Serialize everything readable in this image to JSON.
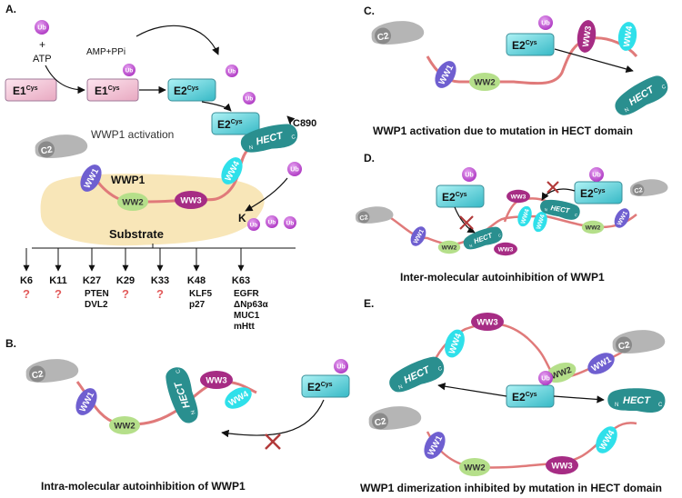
{
  "panels": {
    "a": {
      "letter": "A.",
      "caption": "WWP1 activation",
      "protein_label": "WWP1",
      "substrate_label": "Substrate"
    },
    "b": {
      "letter": "B.",
      "caption": "Intra-molecular autoinhibition of WWP1"
    },
    "c": {
      "letter": "C.",
      "caption": "WWP1 activation due to mutation in HECT domain"
    },
    "d": {
      "letter": "D.",
      "caption": "Inter-molecular autoinhibition of WWP1"
    },
    "e": {
      "letter": "E.",
      "caption": "WWP1 dimerization inhibited by mutation in HECT domain"
    }
  },
  "labels": {
    "ub": "Ub",
    "plus": "+",
    "atp": "ATP",
    "amp_ppi": "AMP+PPi",
    "e1": "E1",
    "e2": "E2",
    "cys": "Cys",
    "c890": "C890",
    "k": "K",
    "hect": "HECT",
    "c2": "C2",
    "ww1": "WW1",
    "ww2": "WW2",
    "ww3": "WW3",
    "ww4": "WW4",
    "n": "N",
    "c": "C",
    "question": "?"
  },
  "linkages": [
    {
      "site": "K6",
      "targets": []
    },
    {
      "site": "K11",
      "targets": []
    },
    {
      "site": "K27",
      "targets": [
        "PTEN",
        "DVL2"
      ]
    },
    {
      "site": "K29",
      "targets": []
    },
    {
      "site": "K33",
      "targets": []
    },
    {
      "site": "K48",
      "targets": [
        "KLF5",
        "p27"
      ]
    },
    {
      "site": "K63",
      "targets": [
        "EGFR",
        "ΔNp63α",
        "MUC1",
        "mHtt"
      ]
    }
  ],
  "colors": {
    "c2": "#a9a9a9",
    "ww1": "#6f5fd0",
    "ww2": "#b5df8a",
    "ww3": "#a62c84",
    "ww4": "#2fe0ea",
    "hect": "#2a8f8f",
    "linker": "#e07a7a",
    "ub": "#c24bd6",
    "e1": "#f2c2d4",
    "e2": "#4fd0d8",
    "substrate": "#f8e6b8",
    "question": "#e25b5b",
    "inhibit": "#b23a3a"
  }
}
